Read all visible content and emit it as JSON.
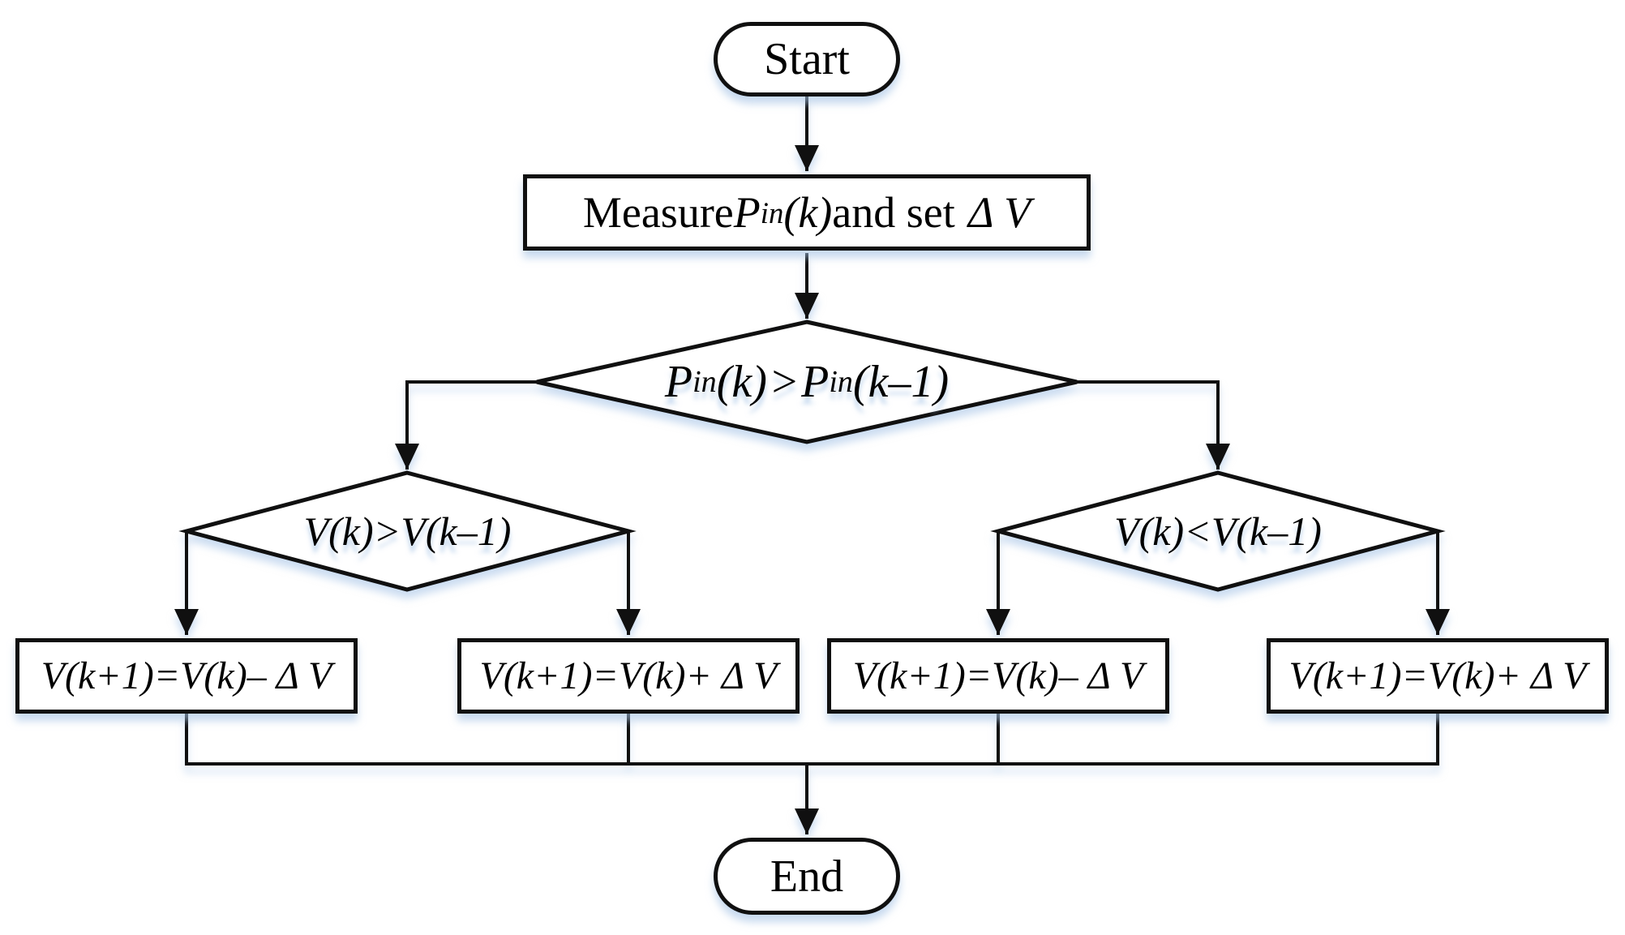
{
  "nodes": {
    "start": {
      "label": "Start"
    },
    "measure": {
      "prefix": "Measure ",
      "p": "P",
      "sub": "in",
      "arg": "(k)",
      "mid": " and set ",
      "delta_v": "Δ V"
    },
    "decision_main": {
      "p1": "P",
      "sub1": "in",
      "arg1": "(k)",
      "op": ">",
      "p2": "P",
      "sub2": "in",
      "arg2": "(k–1)"
    },
    "decision_left": {
      "label": "V(k)>V(k–1)"
    },
    "decision_right": {
      "label": "V(k)<V(k–1)"
    },
    "assign_left_outer": {
      "label": "V(k+1)=V(k)– Δ V"
    },
    "assign_left_inner": {
      "label": "V(k+1)=V(k)+ Δ V"
    },
    "assign_right_inner": {
      "label": "V(k+1)=V(k)– Δ V"
    },
    "assign_right_outer": {
      "label": "V(k+1)=V(k)+ Δ V"
    },
    "end": {
      "label": "End"
    }
  },
  "colors": {
    "stroke": "#101010",
    "bg": "#ffffff",
    "shadow_glow": "#a3c1e5"
  }
}
